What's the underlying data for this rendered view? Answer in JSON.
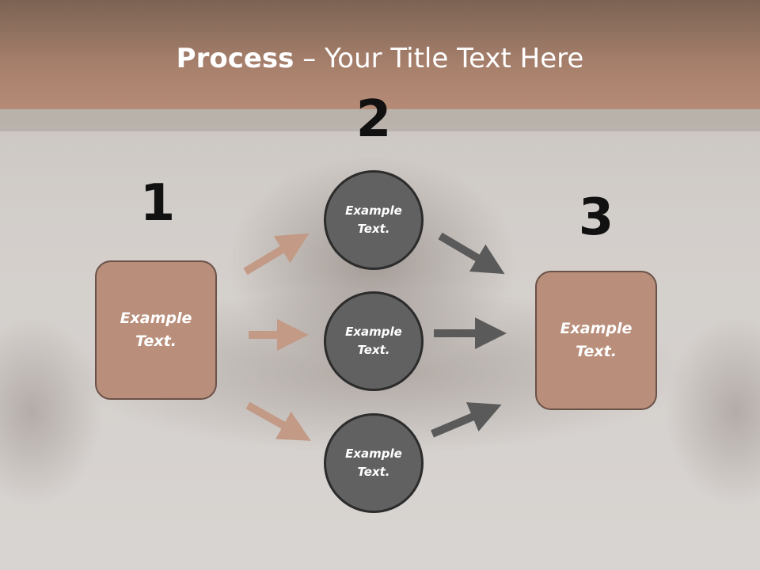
{
  "title": {
    "bold": "Process",
    "dash": "–",
    "rest": "Your Title Text Here"
  },
  "numbers": [
    "1",
    "2",
    "3"
  ],
  "left_box": {
    "line1": "Example",
    "line2": "Text."
  },
  "right_box": {
    "line1": "Example",
    "line2": "Text."
  },
  "circles": [
    {
      "line1": "Example",
      "line2": "Text."
    },
    {
      "line1": "Example",
      "line2": "Text."
    },
    {
      "line1": "Example",
      "line2": "Text."
    }
  ],
  "colors": {
    "header": "#a7806c",
    "box_fill": "#b98f7b",
    "circle_fill": "#616161",
    "arrow_in": "#c29a86",
    "arrow_out": "#5a5a5a"
  }
}
